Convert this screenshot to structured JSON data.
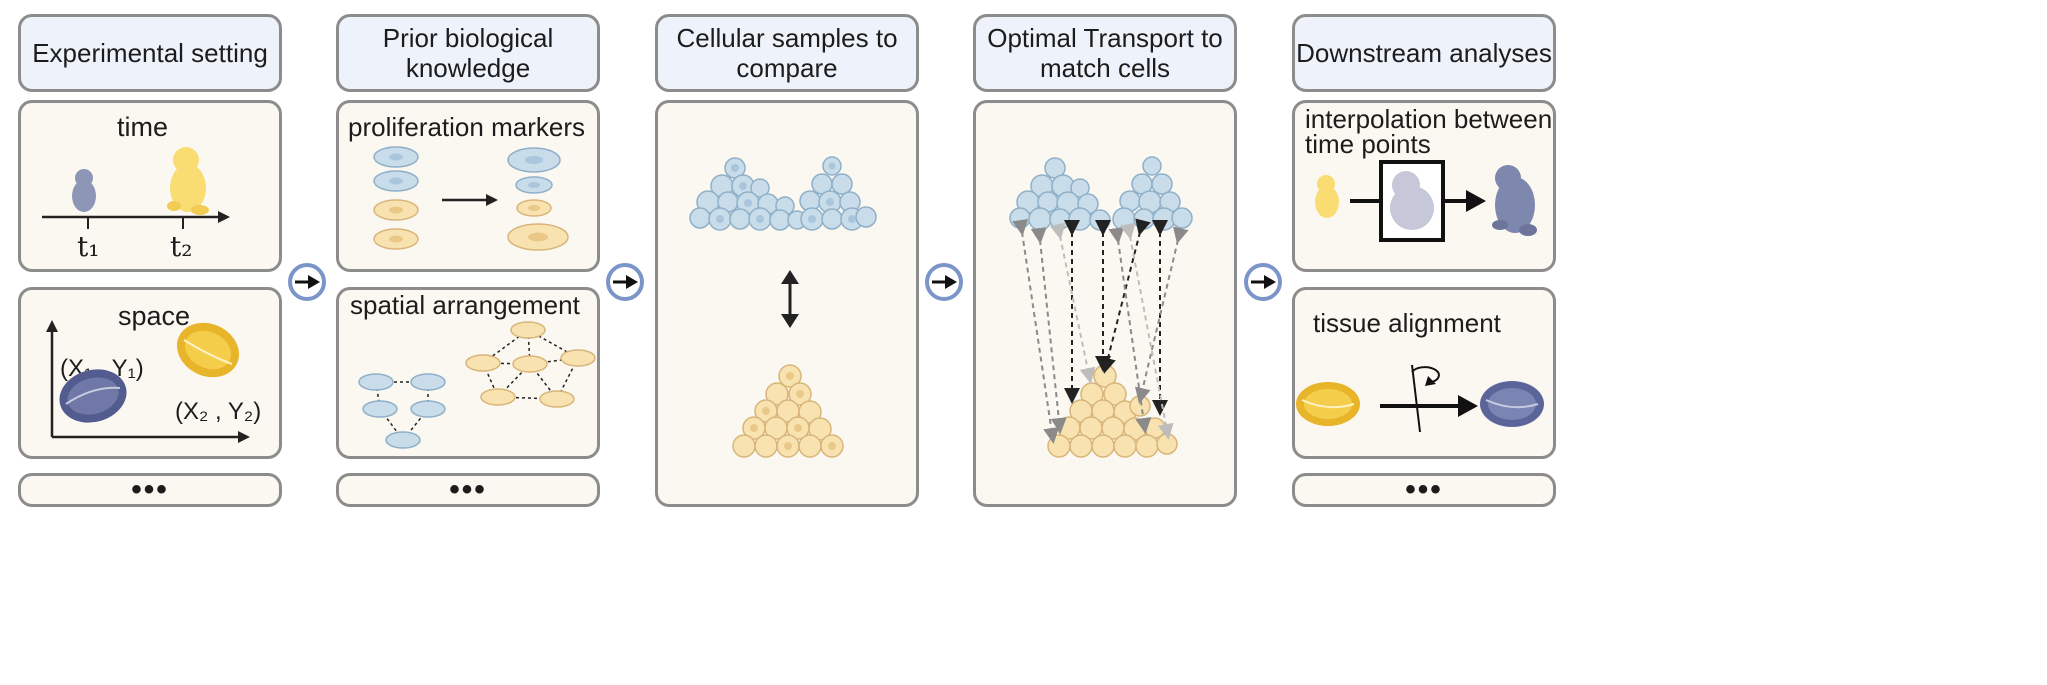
{
  "columns": [
    {
      "header": "Experimental setting"
    },
    {
      "header": "Prior biological\nknowledge"
    },
    {
      "header": "Cellular samples to\ncompare"
    },
    {
      "header": "Optimal Transport to\nmatch cells"
    },
    {
      "header": "Downstream analyses"
    }
  ],
  "experimental": {
    "time_label": "time",
    "t1": "t₁",
    "t2": "t₂",
    "space_label": "space",
    "coord1": "(X₁ , Y₁)",
    "coord2": "(X₂ , Y₂)",
    "more": "•••"
  },
  "prior": {
    "proliferation_label": "proliferation markers",
    "spatial_label": "spatial arrangement",
    "more": "•••"
  },
  "downstream": {
    "interpolation_label": "interpolation between\ntime points",
    "alignment_label": "tissue alignment",
    "more": "•••"
  },
  "colors": {
    "blue_cell": "#c9dcea",
    "blue_cell_edge": "#8fb0c8",
    "yellow_cell": "#f8e3b0",
    "yellow_cell_edge": "#d8b57a",
    "embryo_blue": "#8e96b8",
    "embryo_yellow": "#f9dc72",
    "connector": "#7b95c9"
  }
}
